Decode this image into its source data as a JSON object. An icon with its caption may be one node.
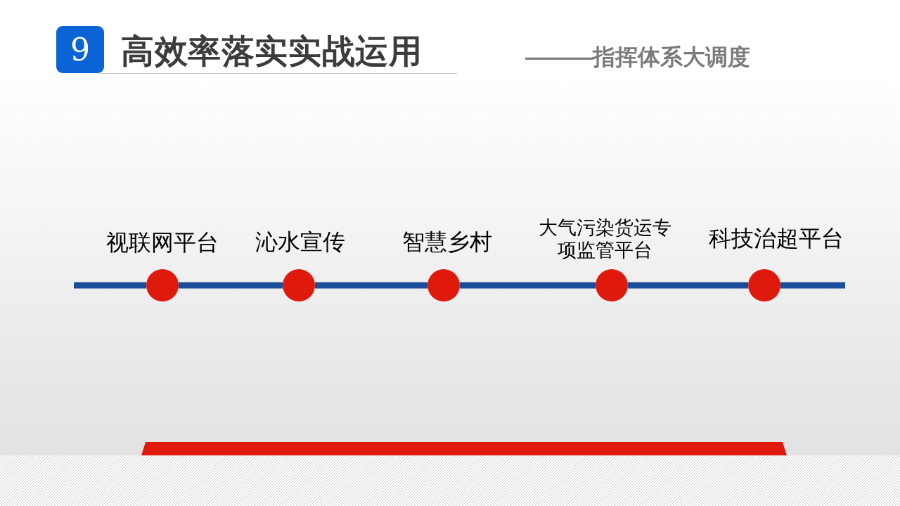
{
  "diagram": {
    "title": "高效率落实实战运用",
    "nodes": [
      {
        "text": [
          "9"
        ]
      },
      {
        "text": [],
        "shape": "circle",
        "beside": [
          "视联网平台"
        ]
      },
      {
        "text": [],
        "shape": "circle",
        "beside": [
          "沁水宣传"
        ]
      },
      {
        "text": [],
        "shape": "circle",
        "beside": [
          "智慧乡村"
        ]
      },
      {
        "text": [],
        "shape": "circle",
        "beside": [
          "大气污染货运专项监管平台"
        ]
      },
      {
        "text": [],
        "shape": "circle",
        "beside": [
          "科技治超平台"
        ]
      }
    ],
    "edges": [
      {
        "from": null,
        "to": 1,
        "arrow": "none"
      },
      {
        "from": 1,
        "to": 2,
        "arrow": "none"
      },
      {
        "from": 2,
        "to": 3,
        "arrow": "none"
      },
      {
        "from": 3,
        "to": 4,
        "arrow": "none"
      },
      {
        "from": 4,
        "to": 5,
        "arrow": "none"
      },
      {
        "from": 5,
        "to": null,
        "arrow": "none"
      }
    ],
    "labels": [
      "———指挥体系大调度"
    ]
  }
}
